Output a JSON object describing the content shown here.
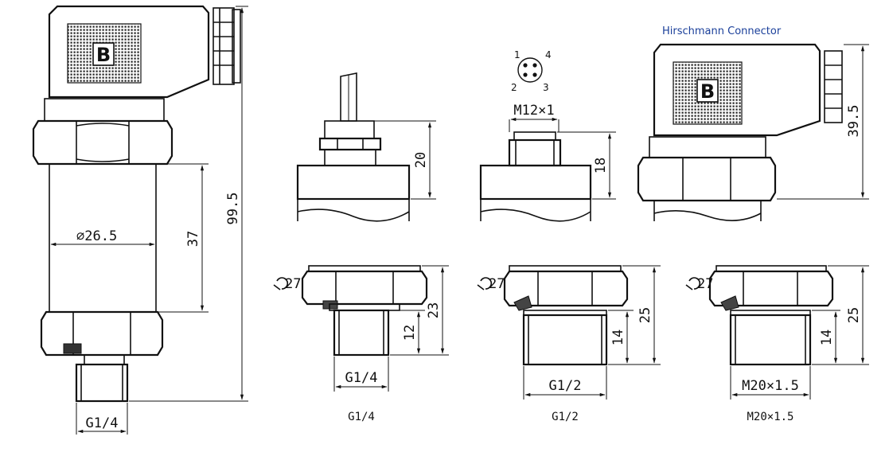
{
  "connector_title": "Hirschmann Connector",
  "connector_letter": "B",
  "main_view": {
    "length": "99.5",
    "body_length": "37",
    "diameter": "⌀26.5",
    "thread": "G1/4"
  },
  "cable_outlet": {
    "height": "20"
  },
  "m12_outlet": {
    "thread": "M12×1",
    "height": "18",
    "pins": [
      "1",
      "4",
      "2",
      "3"
    ]
  },
  "din_outlet": {
    "height": "39.5"
  },
  "fittings": [
    {
      "hex": "27",
      "total": "23",
      "thread_len": "12",
      "thread": "G1/4",
      "caption": "G1/4"
    },
    {
      "hex": "27",
      "total": "25",
      "thread_len": "14",
      "thread": "G1/2",
      "caption": "G1/2"
    },
    {
      "hex": "27",
      "total": "25",
      "thread_len": "14",
      "thread": "M20×1.5",
      "caption": "M20×1.5"
    }
  ],
  "colors": {
    "line": "#111111",
    "brand_text": "#1a3f9a",
    "background": "#ffffff"
  }
}
